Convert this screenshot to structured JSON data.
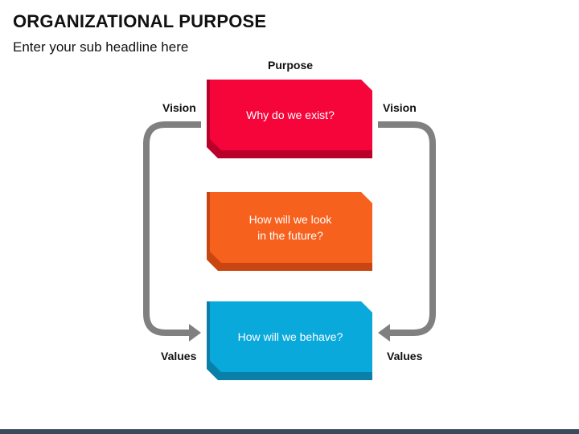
{
  "header": {
    "title": "ORGANIZATIONAL PURPOSE",
    "subtitle": "Enter your sub headline here"
  },
  "diagram": {
    "top_label": "Purpose",
    "left_top_label": "Vision",
    "right_top_label": "Vision",
    "left_bottom_label": "Values",
    "right_bottom_label": "Values",
    "boxes": [
      {
        "text": "Why do we exist?",
        "color": "#f5053a",
        "shade": "#b8002a"
      },
      {
        "text": "How will we look\nin the future?",
        "color": "#f7611e",
        "shade": "#c94512"
      },
      {
        "text": "How will we behave?",
        "color": "#0aa9dc",
        "shade": "#0a7fa8"
      }
    ],
    "connector_color": "#808080"
  }
}
